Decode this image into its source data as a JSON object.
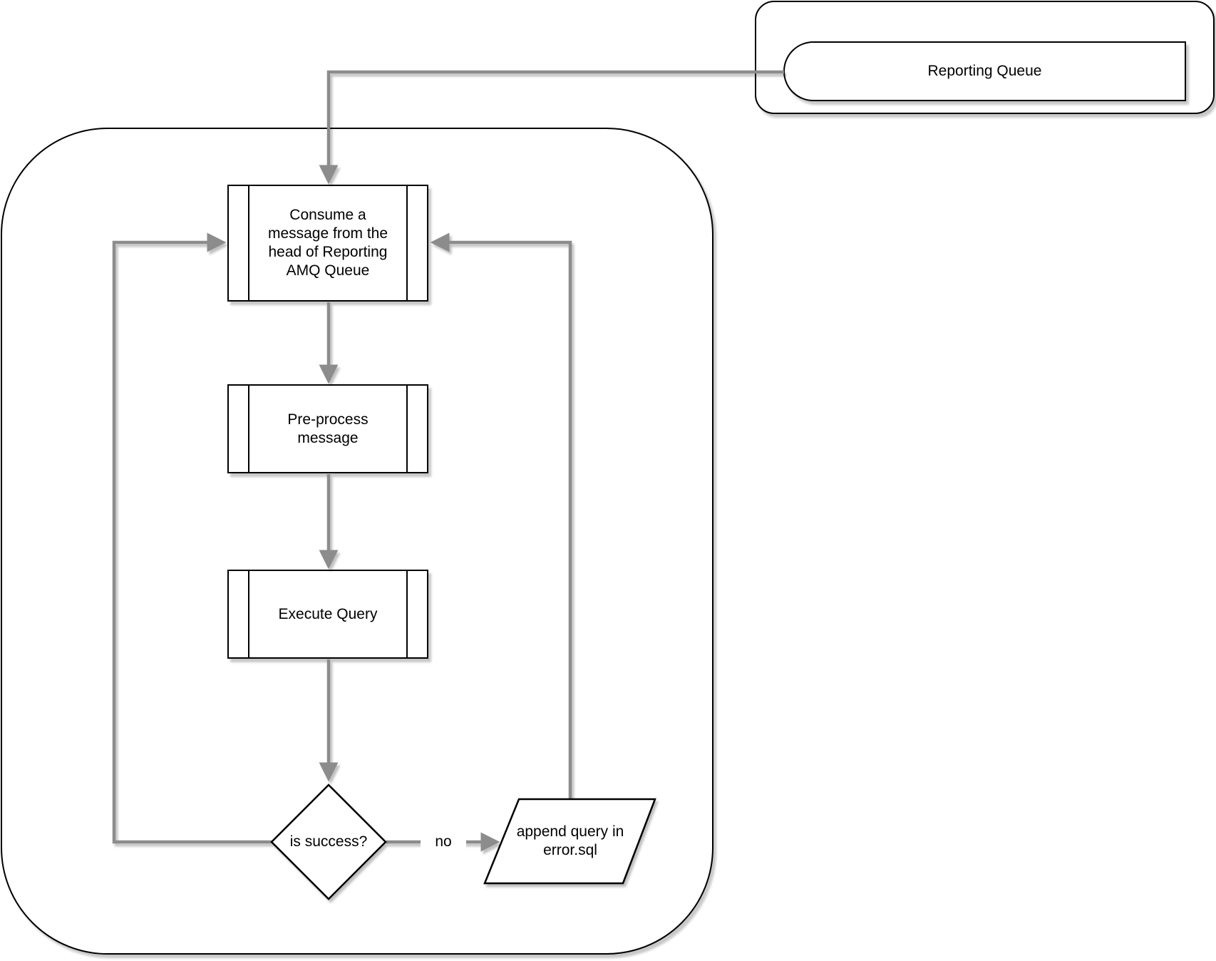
{
  "diagram": {
    "type": "flowchart",
    "background": "#ffffff",
    "colors": {
      "shape_fill": "#ffffff",
      "shape_stroke": "#000000",
      "connector": "#8c8c8c",
      "text": "#000000"
    },
    "nodes": {
      "reporting_queue": {
        "label": "Reporting Queue",
        "shape": "queue"
      },
      "consume": {
        "label": "Consume a\nmessage from the\nhead of Reporting\nAMQ Queue",
        "shape": "predefined-process"
      },
      "preprocess": {
        "label": "Pre-process\nmessage",
        "shape": "predefined-process"
      },
      "execute_query": {
        "label": "Execute Query",
        "shape": "predefined-process"
      },
      "is_success": {
        "label": "is success?",
        "shape": "decision"
      },
      "append_error": {
        "label": "append query in\nerror.sql",
        "shape": "data-parallelogram"
      }
    },
    "edge_labels": {
      "no": "no"
    }
  }
}
